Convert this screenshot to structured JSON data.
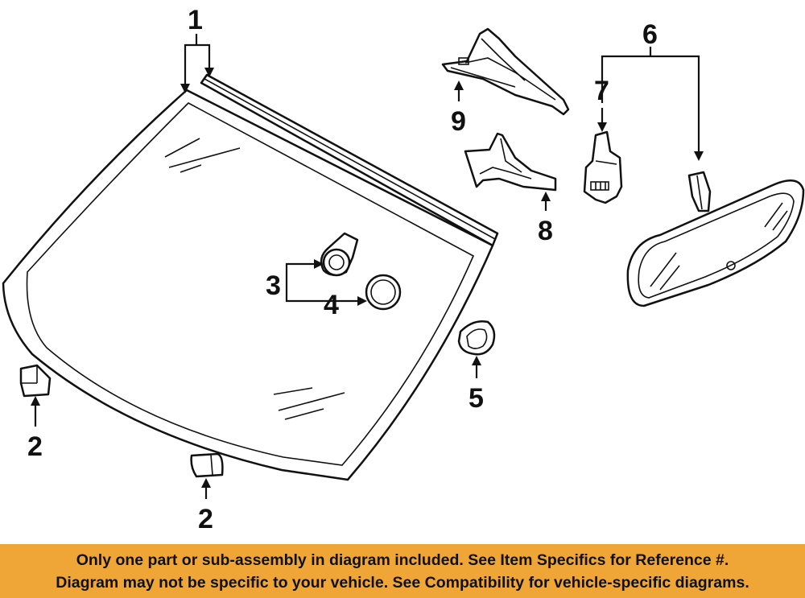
{
  "diagram": {
    "callouts": {
      "c1": "1",
      "c2a": "2",
      "c2b": "2",
      "c3": "3",
      "c4": "4",
      "c5": "5",
      "c6": "6",
      "c7": "7",
      "c8": "8",
      "c9": "9"
    },
    "parts": {
      "windshield": "windshield-glass",
      "molding": "reveal-molding",
      "spacer_left": "spacer-block",
      "spacer_bottom": "spacer-block",
      "sensor": "rain-sensor",
      "sensor_pad": "sensor-gel-pad",
      "bracket": "mounting-bracket",
      "cover": "mirror-cover",
      "wiring": "wiring-harness",
      "mirror": "rear-view-mirror",
      "cowl": "cowl-panel"
    }
  },
  "notice": {
    "line1": "Only one part or sub-assembly in diagram included. See Item Specifics for Reference #.",
    "line2": "Diagram may not be specific to your vehicle. See Compatibility for vehicle-specific diagrams.",
    "background": "#f0a637"
  }
}
